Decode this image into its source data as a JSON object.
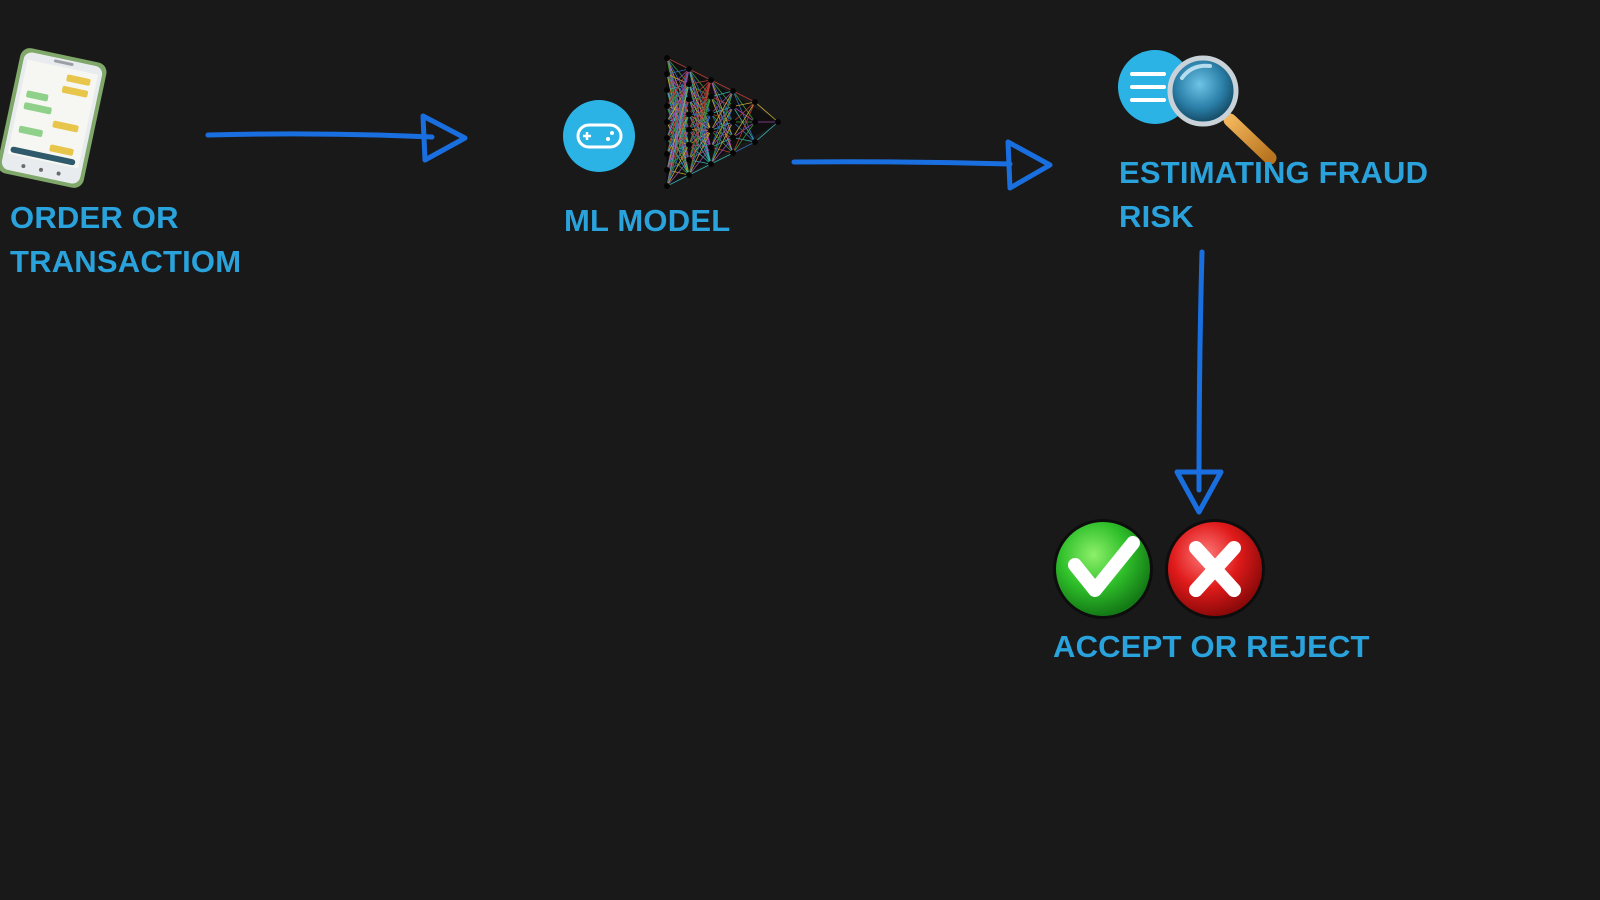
{
  "diagram": {
    "background": "#191919",
    "accent_text_color": "#2aa2dc",
    "arrow_color": "#1a6fe0",
    "nodes": {
      "order": {
        "line1": "ORDER OR",
        "line2": "TRANSACTIOM",
        "icon": "smartphone-chat-icon"
      },
      "model": {
        "line1": "ML MODEL",
        "icons": [
          "gamepad-icon",
          "neural-network-icon"
        ]
      },
      "fraud": {
        "line1": "ESTIMATING FRAUD",
        "line2": "RISK",
        "icons": [
          "document-list-icon",
          "magnifying-glass-icon"
        ]
      },
      "decision": {
        "line1": "ACCEPT OR REJECT",
        "icons": [
          "checkmark-icon",
          "cross-icon"
        ]
      }
    },
    "edges": [
      {
        "from": "order",
        "to": "model"
      },
      {
        "from": "model",
        "to": "fraud"
      },
      {
        "from": "fraud",
        "to": "decision"
      }
    ]
  }
}
